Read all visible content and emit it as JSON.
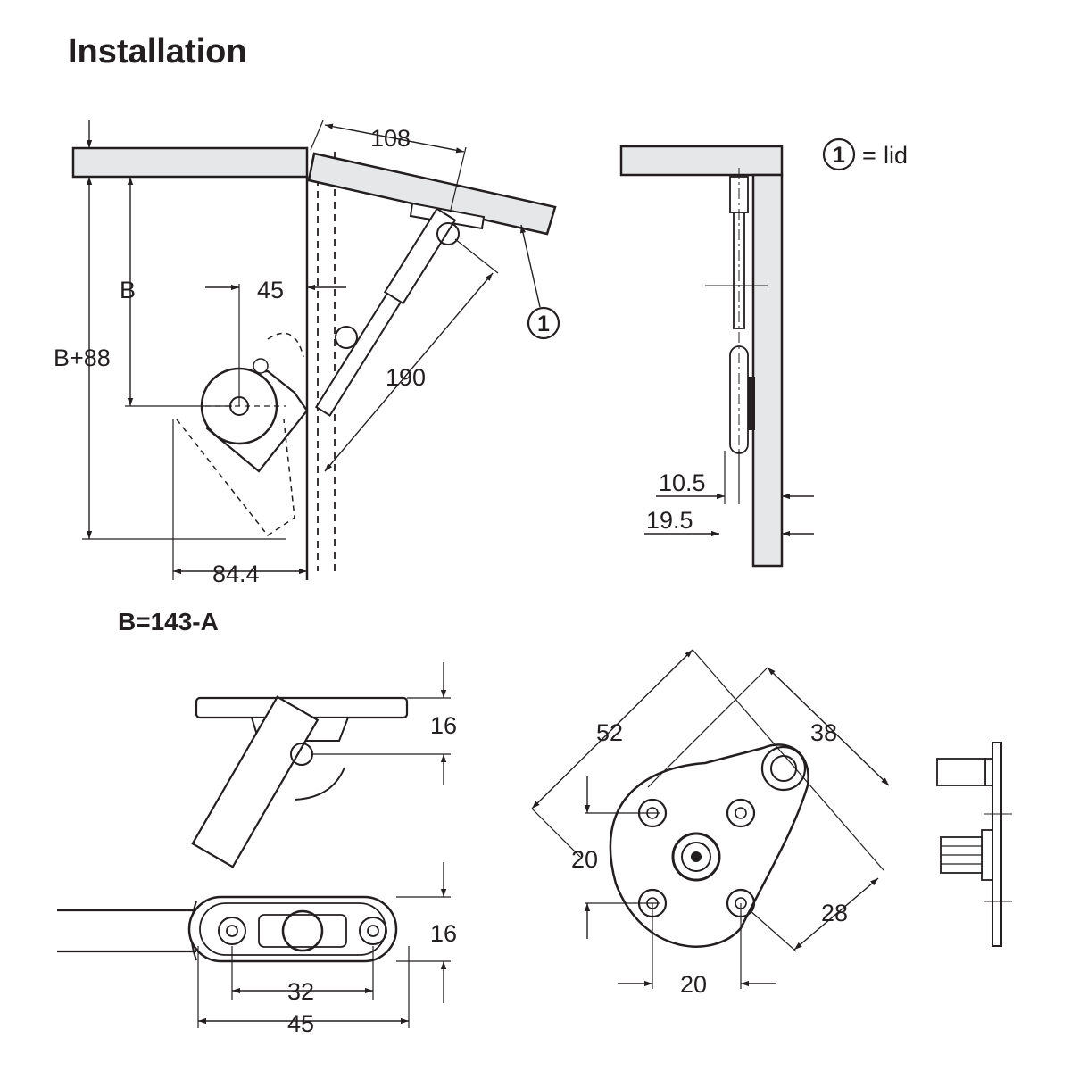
{
  "title": "Installation",
  "formula": "B=143-A",
  "legend": {
    "number": "1",
    "equals": "=",
    "text": "lid"
  },
  "callout_number": "1",
  "dimensions": {
    "d108": "108",
    "dB": "B",
    "d45_top": "45",
    "dB88": "B+88",
    "d190": "190",
    "d84_4": "84.4",
    "d10_5": "10.5",
    "d19_5": "19.5",
    "d16_a": "16",
    "d16_b": "16",
    "d32": "32",
    "d45_bottom": "45",
    "d52": "52",
    "d38": "38",
    "d20_left": "20",
    "d28": "28",
    "d20_bottom": "20"
  },
  "colors": {
    "ink": "#231f20",
    "panel": "#e6e7e8",
    "body": "#ffffff"
  }
}
